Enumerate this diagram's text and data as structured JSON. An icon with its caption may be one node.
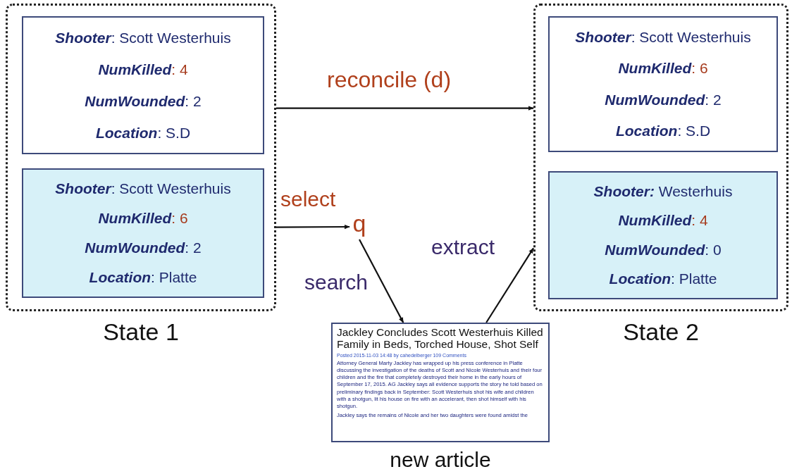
{
  "diagram": {
    "nodes": [
      {
        "text": [],
        "shape": "box",
        "beside": [
          "State 1"
        ]
      },
      {
        "text": [
          "**Shooter**: Scott Westerhuis",
          "**NumKilled**: 4",
          "**NumWounded**: 2",
          "**Location**: S.D"
        ],
        "in": 0
      },
      {
        "text": [
          "**Shooter**: Scott Westerhuis",
          "**NumKilled**: 6",
          "**NumWounded**: 2",
          "**Location**: Platte"
        ],
        "in": 0
      },
      {
        "text": [],
        "shape": "box",
        "beside": [
          "State 2"
        ]
      },
      {
        "text": [
          "**Shooter**: Scott Westerhuis",
          "**NumKilled**: 6",
          "**NumWounded**: 2",
          "**Location**: S.D"
        ],
        "in": 3
      },
      {
        "text": [
          "**Shooter:** Westerhuis",
          "**NumKilled**: 4",
          "**NumWounded**: 0",
          "**Location**: Platte"
        ],
        "in": 3
      },
      {
        "text": [
          "q"
        ]
      },
      {
        "text": [
          "Jackley Concludes Scott Westerhuis Killed Family in Beds, Torched House, Shot Self",
          "Posted 2015-11-03 14:48 by cahedelberger 109 Comments",
          "Attorney General Marty Jackley has wrapped up his press conference in Platte discussing the investigation of the deaths of Scott and Nicole Westerhuis and their four children and the fire that completely destroyed their home in the early hours of September 17, 2015. AG Jackley says all evidence supports the story he told based on preliminary findings back in September: Scott Westerhuis shot his wife and children with a shotgun, lit his house on fire with an accelerant, then shot himself with his shotgun.",
          "Jackley says the remains of Nicole and her two daughters were found amidst the"
        ],
        "beside": [
          "new article"
        ]
      }
    ],
    "edges": [
      {
        "from": 0,
        "to": 3,
        "arrow": "to",
        "label": "reconcile (d)"
      },
      {
        "from": 0,
        "to": 6,
        "arrow": "to",
        "label": "select"
      },
      {
        "from": 6,
        "to": 7,
        "arrow": "to",
        "label": "search"
      },
      {
        "from": 7,
        "to": 3,
        "arrow": "to",
        "label": "extract"
      }
    ]
  }
}
